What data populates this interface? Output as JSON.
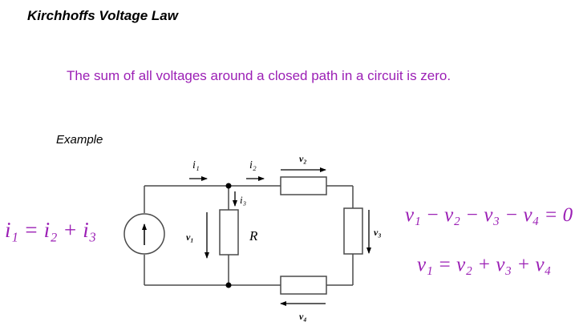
{
  "title": "Kirchhoffs Voltage Law",
  "statement": "The sum of all voltages around a closed path in a circuit is zero.",
  "example_label": "Example",
  "equations": {
    "current": "i₁ = i₂ + i₃",
    "kvl_sum": "v₁ − v₂ − v₃ − v₄ = 0",
    "kvl_rearranged": "v₁ = v₂ + v₃ + v₄"
  },
  "circuit": {
    "labels": {
      "i1": "i₁",
      "i2": "i₂",
      "i3": "i₃",
      "v1": "v₁",
      "v2": "v₂",
      "v3": "v₃",
      "v4": "v₄",
      "R": "R"
    }
  },
  "colors": {
    "accent": "#9b1fb5",
    "text": "#000000",
    "wire": "#4a4a4a"
  }
}
